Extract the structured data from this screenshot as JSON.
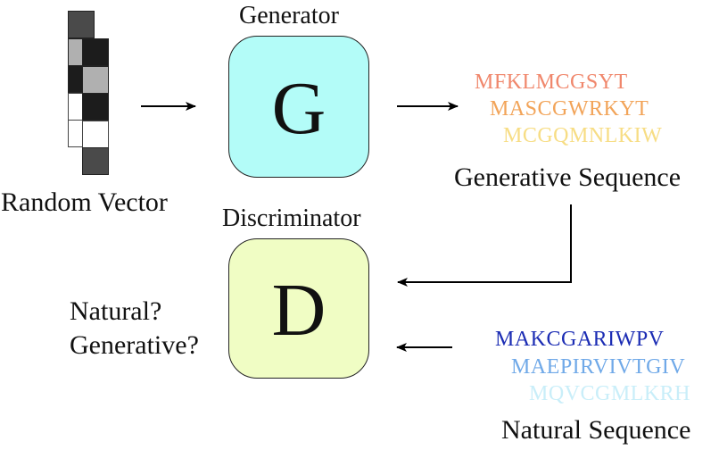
{
  "random_vector": {
    "label": "Random Vector",
    "columns": [
      {
        "name": "left",
        "cells": [
          "#4a4a4a",
          "#b0b0b0",
          "#1c1c1c",
          "#ffffff",
          "#ffffff"
        ]
      },
      {
        "name": "right",
        "cells": [
          "#1c1c1c",
          "#b0b0b0",
          "#1c1c1c",
          "#ffffff",
          "#4a4a4a"
        ]
      }
    ]
  },
  "generator": {
    "title": "Generator",
    "letter": "G",
    "fill": "#b3fcf8"
  },
  "discriminator": {
    "title": "Discriminator",
    "letter": "D",
    "fill": "#f0fdc4",
    "question_lines": [
      "Natural?",
      "Generative?"
    ]
  },
  "generative_sequence": {
    "label": "Generative Sequence",
    "sequences": [
      {
        "text": "MFKLMCGSYT",
        "color": "#f0876c"
      },
      {
        "text": "MASCGWRKYT",
        "color": "#f2a459"
      },
      {
        "text": "MCGQMNLKIW",
        "color": "#f7dd84"
      }
    ]
  },
  "natural_sequence": {
    "label": "Natural Sequence",
    "sequences": [
      {
        "text": "MAKCGARIWPV",
        "color": "#1c2db4"
      },
      {
        "text": "MAEPIRVIVTGIV",
        "color": "#70a9e8"
      },
      {
        "text": "MQVCGMLKRH",
        "color": "#c9eef9"
      }
    ]
  },
  "arrows": [
    {
      "name": "random-to-generator-arrow",
      "from": "random_vector",
      "to": "generator"
    },
    {
      "name": "generator-to-sequence-arrow",
      "from": "generator",
      "to": "generative_sequence"
    },
    {
      "name": "generative-to-discriminator-arrow",
      "from": "generative_sequence",
      "to": "discriminator"
    },
    {
      "name": "natural-to-discriminator-arrow",
      "from": "natural_sequence",
      "to": "discriminator"
    }
  ]
}
